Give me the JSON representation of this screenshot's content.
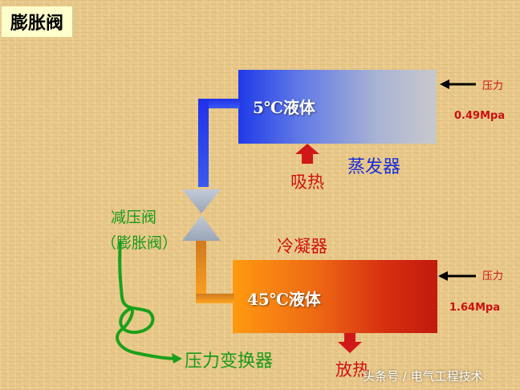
{
  "title": "膨胀阀",
  "evaporator": {
    "label": "5℃液体",
    "name": "蒸发器",
    "pressure_label": "压力",
    "pressure_value": "0.49Mpa",
    "action": "吸热"
  },
  "condenser": {
    "label": "45℃液体",
    "name": "冷凝器",
    "pressure_label": "压力",
    "pressure_value": "1.64Mpa",
    "action": "放热"
  },
  "valve": {
    "name": "减压阀",
    "alt_name": "（膨胀阀）"
  },
  "transducer": "压力变换器",
  "watermark": "头条号 / 电气工程技术",
  "colors": {
    "evaporator_blue": "#1f3ae8",
    "condenser_orange": "#ff9a10",
    "condenser_red": "#c21a0e",
    "label_red": "#cc1010",
    "annotation_green": "#1a9a1a",
    "valve_gray": "#a9b4c4"
  }
}
